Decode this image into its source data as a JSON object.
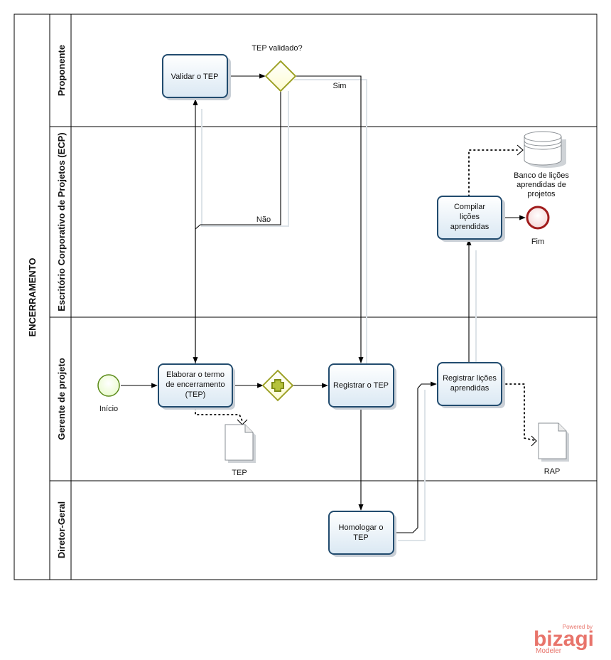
{
  "pool": {
    "title": "ENCERRAMENTO"
  },
  "lanes": {
    "proponente": "Proponente",
    "ecp": "Escritório Corporativo de Projetos (ECP)",
    "gerente": "Gerente de projeto",
    "diretor": "Diretor-Geral"
  },
  "tasks": {
    "validar": "Validar o TEP",
    "elaborar": [
      "Elaborar o termo",
      "de encerramento",
      "(TEP)"
    ],
    "registrar_tep": "Registrar o TEP",
    "homologar": [
      "Homologar o",
      "TEP"
    ],
    "registrar_licoes": [
      "Registrar lições",
      "aprendidas"
    ],
    "compilar": [
      "Compilar",
      "lições",
      "aprendidas"
    ]
  },
  "gateway": {
    "question": "TEP validado?",
    "sim": "Sim",
    "nao": "Não"
  },
  "events": {
    "inicio": "Início",
    "fim": "Fim"
  },
  "artifacts": {
    "tep_doc": "TEP",
    "rap_doc": "RAP",
    "banco": [
      "Banco de lições",
      "aprendidas de",
      "projetos"
    ]
  },
  "branding": {
    "powered": "Powered by",
    "name": "bizagi",
    "product": "Modeler"
  },
  "colors": {
    "task_fill_top": "#ffffff",
    "task_fill_bottom": "#dae8f3",
    "task_border": "#214b6e",
    "gateway_fill": "#fdfcd0",
    "gateway_border": "#9ea229",
    "plus_color": "#7d8a14",
    "start_fill": "#eafbcf",
    "start_border": "#5a8a18",
    "end_fill": "#f5d7d7",
    "end_border": "#a01c1c",
    "brand": "#e8746b"
  }
}
